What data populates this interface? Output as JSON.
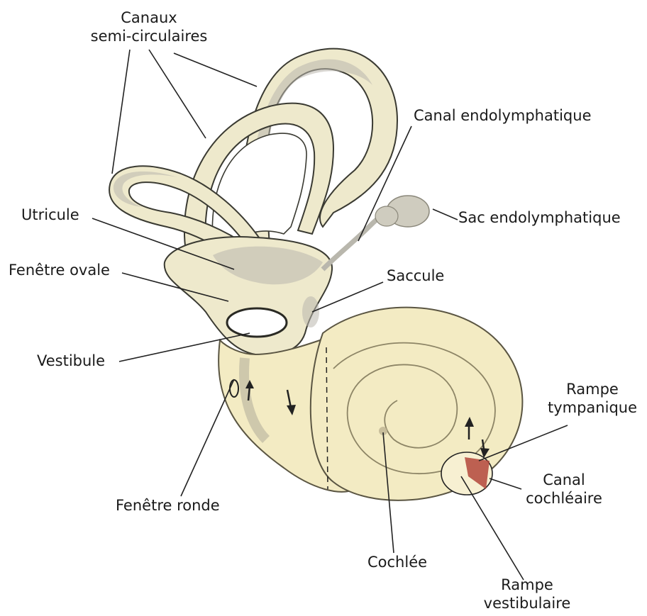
{
  "labels": {
    "canaux_line1": "Canaux",
    "canaux_line2": "semi-circulaires",
    "canal_endolymphatique": "Canal endolymphatique",
    "sac_endolymphatique": "Sac endolymphatique",
    "utricule": "Utricule",
    "fenetre_ovale": "Fenêtre ovale",
    "saccule": "Saccule",
    "vestibule": "Vestibule",
    "rampe_tympanique_line1": "Rampe",
    "rampe_tympanique_line2": "tympanique",
    "canal_cochleaire_line1": "Canal",
    "canal_cochleaire_line2": "cochléaire",
    "fenetre_ronde": "Fenêtre ronde",
    "cochlee": "Cochlée",
    "rampe_vestibulaire_line1": "Rampe",
    "rampe_vestibulaire_line2": "vestibulaire"
  },
  "colors": {
    "membrane": "#eee9cc",
    "cochlea": "#f3ebc3",
    "outline": "#3a3a32",
    "stipple": "#b9b7ad",
    "channel_red": "#b3473b"
  }
}
